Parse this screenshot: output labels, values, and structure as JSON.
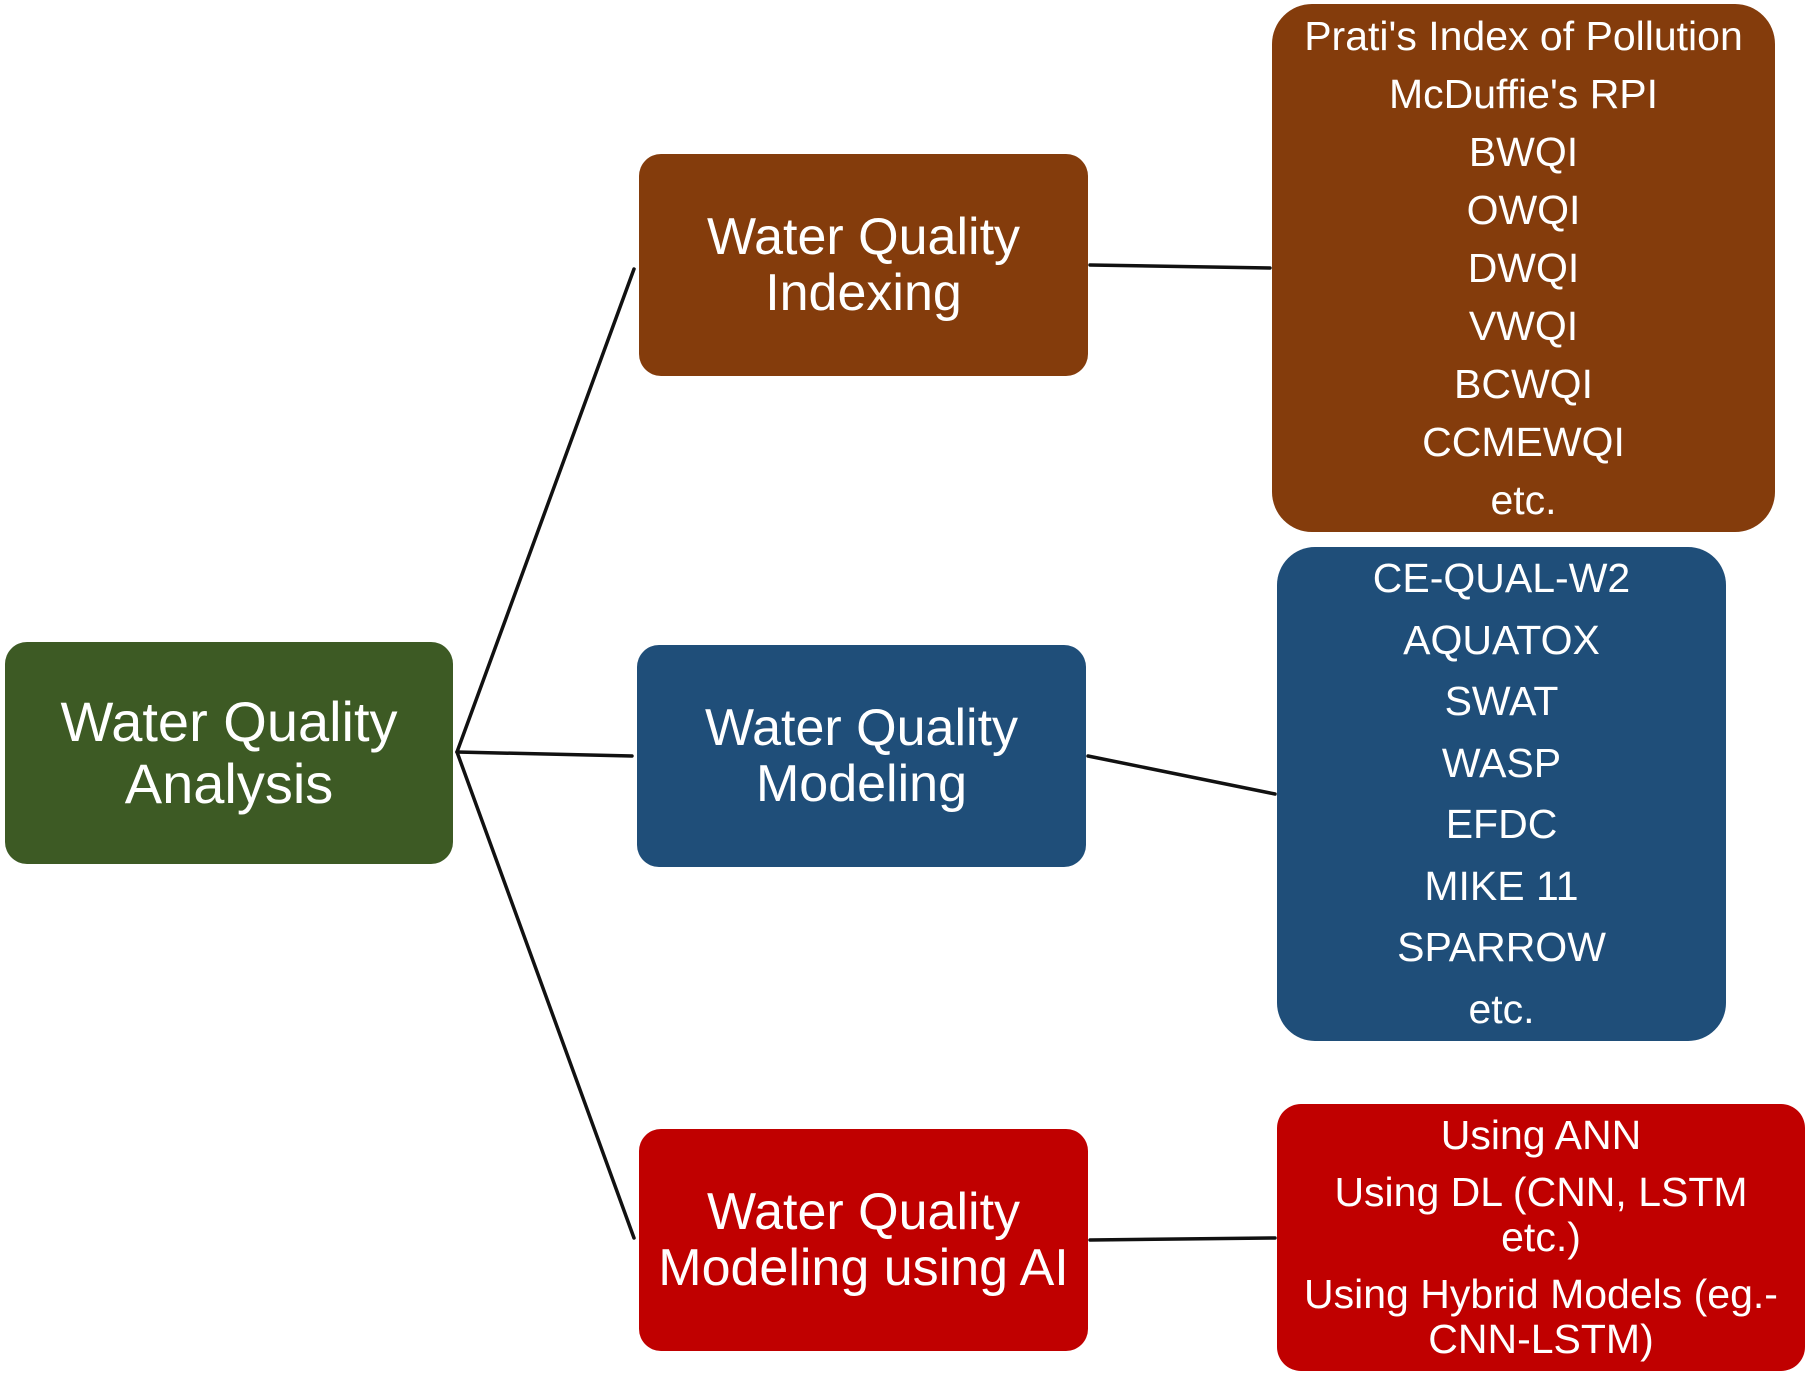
{
  "diagram": {
    "root": {
      "label_lines": [
        "Water Quality",
        "Analysis"
      ],
      "color": "#3d5a24"
    },
    "branches": [
      {
        "label_lines": [
          "Water Quality",
          "Indexing"
        ],
        "color": "#843c0c",
        "items": [
          "Prati's Index of Pollution",
          "McDuffie's RPI",
          "BWQI",
          "OWQI",
          "DWQI",
          "VWQI",
          "BCWQI",
          "CCMEWQI",
          "etc."
        ]
      },
      {
        "label_lines": [
          "Water Quality",
          "Modeling"
        ],
        "color": "#1f4e79",
        "items": [
          "CE-QUAL-W2",
          "AQUATOX",
          "SWAT",
          "WASP",
          "EFDC",
          "MIKE 11",
          "SPARROW",
          "etc."
        ]
      },
      {
        "label_lines": [
          "Water Quality",
          "Modeling using AI"
        ],
        "color": "#c00000",
        "items": [
          [
            "Using ANN"
          ],
          [
            "Using DL (CNN, LSTM",
            "etc.)"
          ],
          [
            "Using Hybrid Models (eg.-",
            "CNN-LSTM)"
          ]
        ]
      }
    ],
    "connector_color": "#111111"
  }
}
